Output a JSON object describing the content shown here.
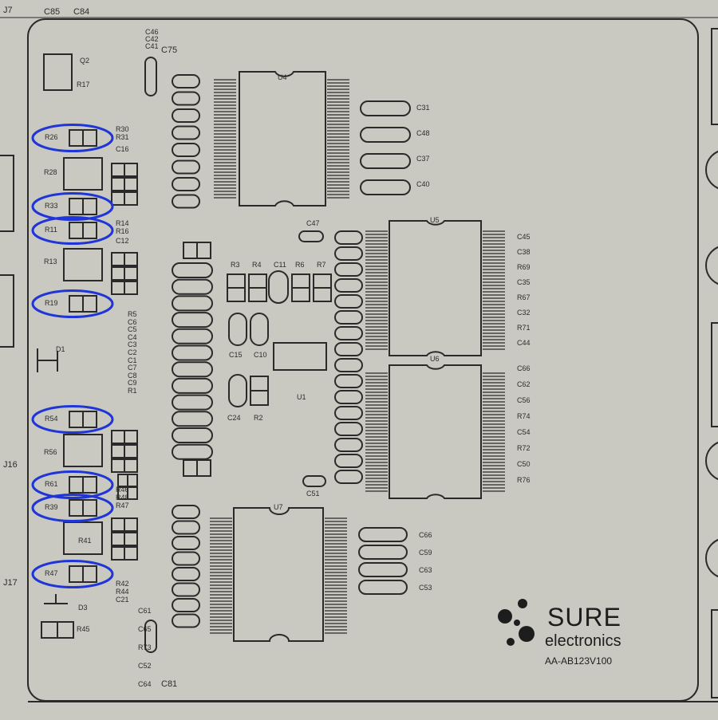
{
  "board": {
    "header_labels": [
      "J7",
      "C85",
      "C84"
    ],
    "edge_labels": {
      "j16": "J16",
      "j17": "J17"
    },
    "chips": {
      "u4": "U4",
      "u5": "U5",
      "u6": "U6",
      "u7": "U7",
      "u1": "U1",
      "d1": "D1",
      "d3": "D3"
    },
    "capacitor_labels": {
      "c75": "C75",
      "c81": "C81",
      "right_u4": [
        "C31",
        "C48",
        "C37",
        "C40"
      ],
      "right_u5": [
        "C45",
        "C38",
        "R69",
        "C35",
        "R67",
        "C32",
        "R71",
        "C44"
      ],
      "right_u6": [
        "C66",
        "C62",
        "C56",
        "R74",
        "C54",
        "R72",
        "C50",
        "R76"
      ],
      "right_u7": [
        "C66",
        "C59",
        "C63",
        "C53"
      ],
      "c47": "C47",
      "c51": "C51",
      "c15": "C15",
      "c10": "C10",
      "c24": "C24",
      "r2": "R2",
      "mid_row": [
        "R3",
        "R4",
        "C11",
        "R6",
        "R7"
      ],
      "tiny_top": [
        "C46",
        "C42",
        "C41"
      ],
      "tiny_bottom": [
        "C61",
        "C65",
        "R73",
        "C52",
        "C64"
      ],
      "c16": "C16",
      "c12": "C12",
      "q2": "Q2",
      "r17": "R17",
      "r45": "R45",
      "r30": "R30",
      "r31": "R31",
      "r14": "R14",
      "r16": "R16",
      "r46": "R46",
      "r48": "R48",
      "r47b": "R47",
      "r42": "R42",
      "r44": "R44",
      "c21": "C21"
    },
    "resistor_labels_circled": [
      "R26",
      "R33",
      "R11",
      "R19",
      "R54",
      "R61",
      "R39",
      "R47"
    ],
    "resistor_labels_other": [
      "R28",
      "R13",
      "R56",
      "R41"
    ],
    "left_vertical_labels": [
      "R5",
      "C6",
      "C5",
      "C4",
      "C3",
      "C2",
      "C1",
      "C7",
      "C8",
      "C9",
      "R1"
    ]
  },
  "logo": {
    "name": "SURE",
    "subtitle": "electronics",
    "model": "AA-AB123V100"
  },
  "colors": {
    "board": "#c9c9c1",
    "silk": "#2a2a2a",
    "highlight": "#1f35d8"
  }
}
